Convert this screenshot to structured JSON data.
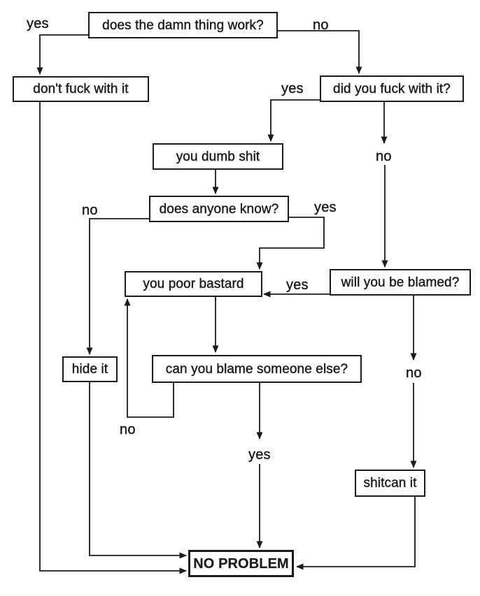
{
  "diagram": {
    "type": "flowchart",
    "background_color": "#fefefe",
    "ink_color": "#1b1b1b",
    "nodes": {
      "does_it_work": "does the damn thing work?",
      "dont_fuck": "don't fuck with it",
      "did_you_fuck": "did you fuck with it?",
      "dumb_shit": "you dumb shit",
      "anyone_know": "does anyone know?",
      "poor_bastard": "you poor bastard",
      "blamed": "will you be blamed?",
      "hide_it": "hide it",
      "blame_someone": "can you blame someone else?",
      "shitcan": "shitcan it",
      "no_problem": "NO PROBLEM"
    },
    "edge_labels": {
      "work_yes": "yes",
      "work_no": "no",
      "fucked_yes": "yes",
      "fucked_no": "no",
      "know_no": "no",
      "know_yes": "yes",
      "blamed_yes": "yes",
      "blamed_no": "no",
      "blame_no": "no",
      "blame_yes": "yes"
    }
  }
}
